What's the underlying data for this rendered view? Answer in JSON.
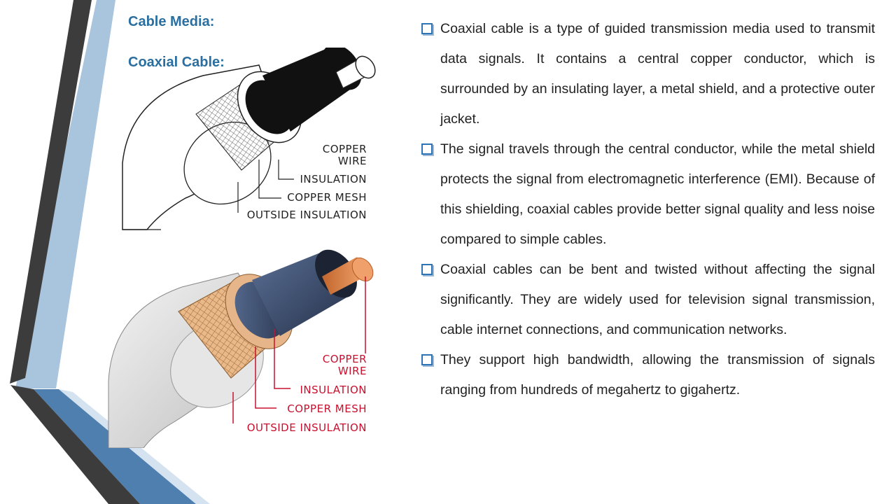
{
  "slide": {
    "heading": "Cable Media:",
    "subheading": "Coaxial Cable:"
  },
  "diagram_top": {
    "style": "black-and-white line drawing",
    "labels": {
      "copper_wire_1": "COPPER",
      "copper_wire_2": "WIRE",
      "insulation": "INSULATION",
      "copper_mesh": "COPPER MESH",
      "outside_insulation": "OUTSIDE INSULATION"
    }
  },
  "diagram_bottom": {
    "style": "colored illustration",
    "labels": {
      "copper_wire_1": "COPPER",
      "copper_wire_2": "WIRE",
      "insulation": "INSULATION",
      "copper_mesh": "COPPER MESH",
      "outside_insulation": "OUTSIDE INSULATION"
    }
  },
  "bullets": [
    "Coaxial cable is a type of guided transmission media used to transmit data signals. It contains a central copper conductor, which is surrounded by an insulating layer, a metal shield, and a protective outer jacket.",
    "The signal travels through the central conductor, while the metal shield protects the signal from electromagnetic interference (EMI). Because of this shielding, coaxial cables provide better signal quality and less noise compared to simple cables.",
    "Coaxial cables can be bent and twisted without affecting the signal significantly. They are widely used for television signal transmission, cable internet connections, and communication networks.",
    "They support high bandwidth, allowing the transmission of signals ranging from hundreds of megahertz to gigahertz."
  ],
  "colors": {
    "heading": "#2a6fa0",
    "bullet_box": "#2e74b5",
    "label_red": "#c8102e",
    "stripe_dark": "#3a3a3a",
    "stripe_blue": "#4f7fae",
    "stripe_light": "#a9c4dd"
  },
  "icons": {
    "bullet": "hollow-square-bullet-icon"
  }
}
